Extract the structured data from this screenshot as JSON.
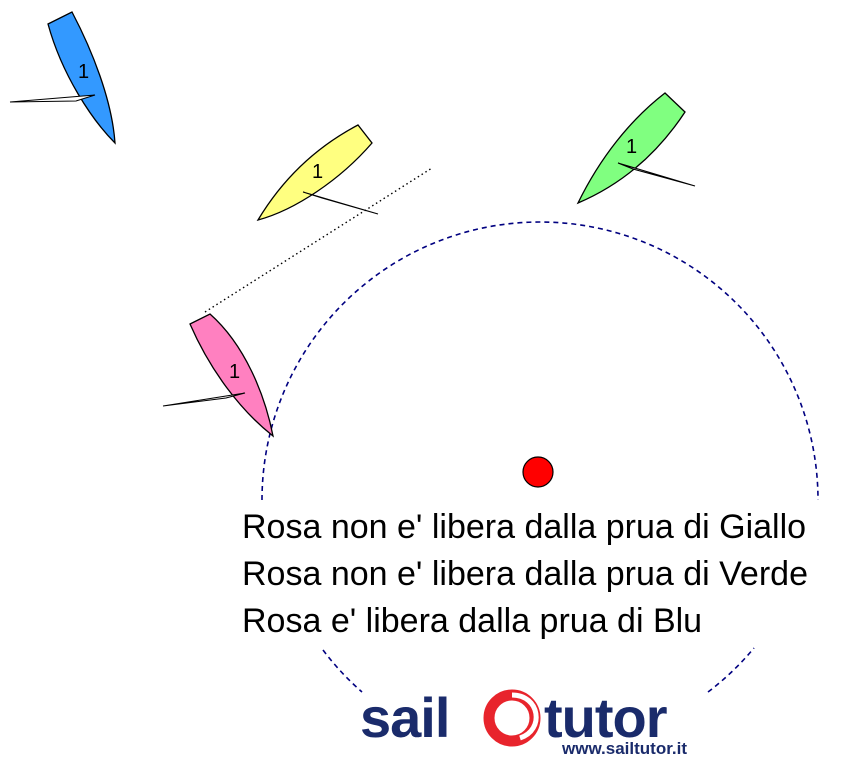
{
  "boats": [
    {
      "id": "blu",
      "number": "1",
      "color": "#3399ff"
    },
    {
      "id": "giallo",
      "number": "1",
      "color": "#ffff80"
    },
    {
      "id": "verde",
      "number": "1",
      "color": "#80ff80"
    },
    {
      "id": "rosa",
      "number": "1",
      "color": "#ff80c0"
    }
  ],
  "mark": {
    "color": "#ff0000"
  },
  "zone_circle": {
    "color": "#000080"
  },
  "statements": [
    "Rosa non e' libera dalla prua di Giallo",
    "Rosa non e' libera dalla prua di Verde",
    "Rosa e' libera dalla prua di Blu"
  ],
  "logo": {
    "word_left": "sail",
    "word_right": "tutor",
    "url": "www.sailtutor.it",
    "navy": "#1a2b6b",
    "red": "#e8242c"
  }
}
